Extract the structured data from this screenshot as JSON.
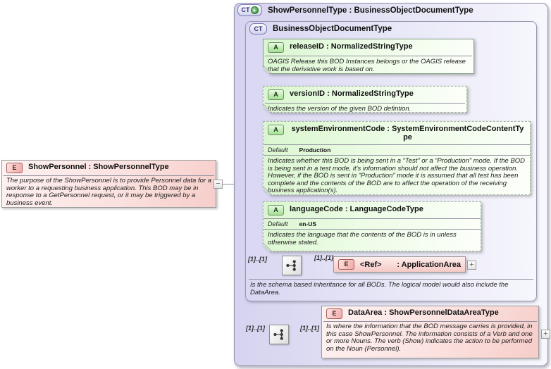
{
  "colors": {
    "container_lavender": "#d5d3ef",
    "attribute_green": "#d9f6ce",
    "element_pink": "#f6cdc9",
    "badge_green": "#a2e191",
    "badge_pink": "#f0a9a4",
    "badge_lavender": "#d2d2ee",
    "plus_green": "#2f8f2f"
  },
  "root_element": {
    "badge": "E",
    "title": "ShowPersonnel : ShowPersonnelType",
    "annotation": "The purpose of the ShowPersonnel is to provide Personnel data for a worker to a requesting business application.  This BOD may be in response to a GetPersonnel request, or it may be triggered by a business event.",
    "collapse_glyph": "−"
  },
  "type_box": {
    "badge": "CT",
    "plus_glyph": "+",
    "title": "ShowPersonnelType : BusinessObjectDocumentType"
  },
  "base_type_box": {
    "badge": "CT",
    "title": "BusinessObjectDocumentType",
    "annotation": "Is the schema based inheritance for all BODs. The logical model would also include the DataArea."
  },
  "attributes": [
    {
      "badge": "A",
      "title": "releaseID : NormalizedStringType",
      "annotation": "OAGIS Release this BOD Instances belongs or the OAGIS release that the derivative work is based on."
    },
    {
      "badge": "A",
      "title": "versionID : NormalizedStringType",
      "annotation": "Indicates the version of the given BOD defintion."
    },
    {
      "badge": "A",
      "title": "systemEnvironmentCode : SystemEnvironmentCodeContentType",
      "default_label": "Default",
      "default_value": "Production",
      "annotation": "Indicates whether this BOD is being sent in a “Test” or a “Production” mode. If the BOD is being sent in a test mode, it's information should not affect the business operation. However, if the BOD is sent in “Production” mode it is assumed that all test has been complete and the contents of the BOD are to affect the operation of the receiving business application(s)."
    },
    {
      "badge": "A",
      "title": "languageCode : LanguageCodeType",
      "default_label": "Default",
      "default_value": "en-US",
      "annotation": "Indicates the language that the contents of the BOD is in unless otherwise stated."
    }
  ],
  "application_area_row": {
    "cardinality_left": "[1]..[1]",
    "cardinality_right": "[1]..[1]",
    "element": {
      "badge": "E",
      "name_label": "<Ref>",
      "type_label": ": ApplicationArea"
    },
    "expander_glyph": "+"
  },
  "data_area_row": {
    "cardinality_left": "[1]..[1]",
    "cardinality_right": "[1]..[1]",
    "element": {
      "badge": "E",
      "title": "DataArea : ShowPersonnelDataAreaType",
      "annotation": "Is where the information that the BOD message carries is provided, in this case ShowPersonnel. The information consists of a Verb and one or more Nouns. The verb (Show) indicates the action to be performed on the Noun (Personnel)."
    },
    "expander_glyph": "+"
  }
}
